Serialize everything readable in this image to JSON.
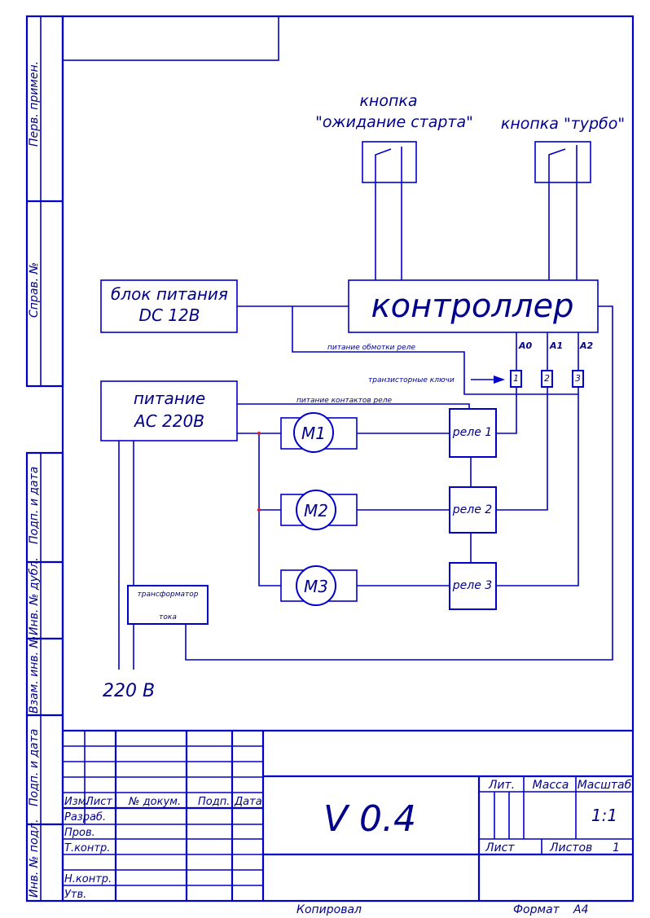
{
  "frame_stamps": {
    "perv_primen": "Перв. примен.",
    "sprav_no": "Справ. №",
    "podp_data_1": "Подп. и дата",
    "inv_dubl": "Инв. № дубл.",
    "vzam_inv": "Взам. инв. №",
    "podp_data_2": "Подп. и дата",
    "inv_podl": "Инв. № подл."
  },
  "schematic": {
    "btn_wait_line1": "кнопка",
    "btn_wait_line2": "\"ожидание старта\"",
    "btn_turbo": "кнопка \"турбо\"",
    "psu_dc_line1": "блок питания",
    "psu_dc_line2": "DC 12B",
    "controller": "контроллер",
    "port_a0": "A0",
    "port_a1": "A1",
    "port_a2": "A2",
    "relay_coil_power": "питание обмотки реле",
    "transistor_keys": "транзисторные ключи",
    "key_1": "1",
    "key_2": "2",
    "key_3": "3",
    "ac_line1": "питание",
    "ac_line2": "AC 220B",
    "relay_contact_power": "питание контактов реле",
    "motor_1": "M1",
    "motor_2": "M2",
    "motor_3": "M3",
    "relay_1": "реле 1",
    "relay_2": "реле 2",
    "relay_3": "реле 3",
    "ct_line1": "трансформатор",
    "ct_line2": "тока",
    "mains": "220 B"
  },
  "title_block": {
    "col_izm": "Изм.",
    "col_list": "Лист",
    "col_doc": "№ докум.",
    "col_podp": "Подп.",
    "col_date": "Дата",
    "row_razrab": "Разраб.",
    "row_prov": "Пров.",
    "row_tkontr": "Т.контр.",
    "row_nkontr": "Н.контр.",
    "row_utv": "Утв.",
    "designation": "V 0.4",
    "lit": "Лит.",
    "mass": "Масса",
    "scale": "Масштаб",
    "scale_value": "1:1",
    "sheet": "Лист",
    "sheets": "Листов",
    "sheets_value": "1"
  },
  "footer": {
    "copied": "Копировал",
    "format_label": "Формат",
    "format_value": "А4"
  }
}
